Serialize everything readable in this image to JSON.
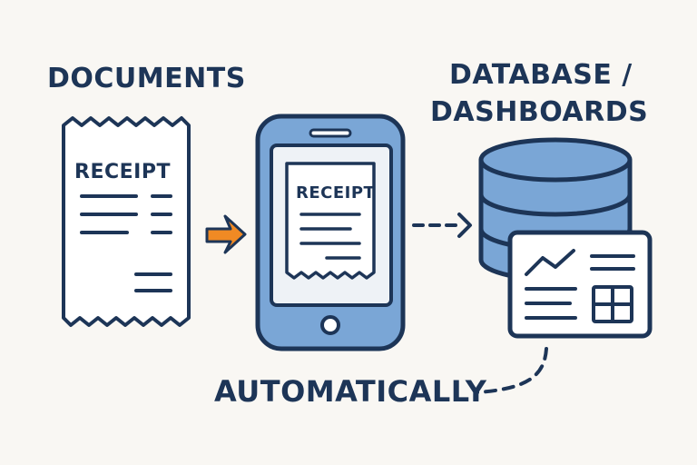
{
  "labels": {
    "documents": "DOCUMENTS",
    "database_line1": "DATABASE /",
    "database_line2": "DASHBOARDS",
    "automatically": "AUTOMATICALLY"
  },
  "receipt": {
    "paper_title": "RECEIPT",
    "phone_title": "RECEIPT"
  },
  "colors": {
    "ink": "#1d3557",
    "fill_blue": "#7aa6d6",
    "paper": "#ffffff",
    "background": "#f9f7f3",
    "accent_orange": "#f08a24"
  },
  "icons": {
    "document": "receipt-icon",
    "phone": "smartphone-icon",
    "database": "database-icon",
    "dashboard": "dashboard-icon"
  }
}
